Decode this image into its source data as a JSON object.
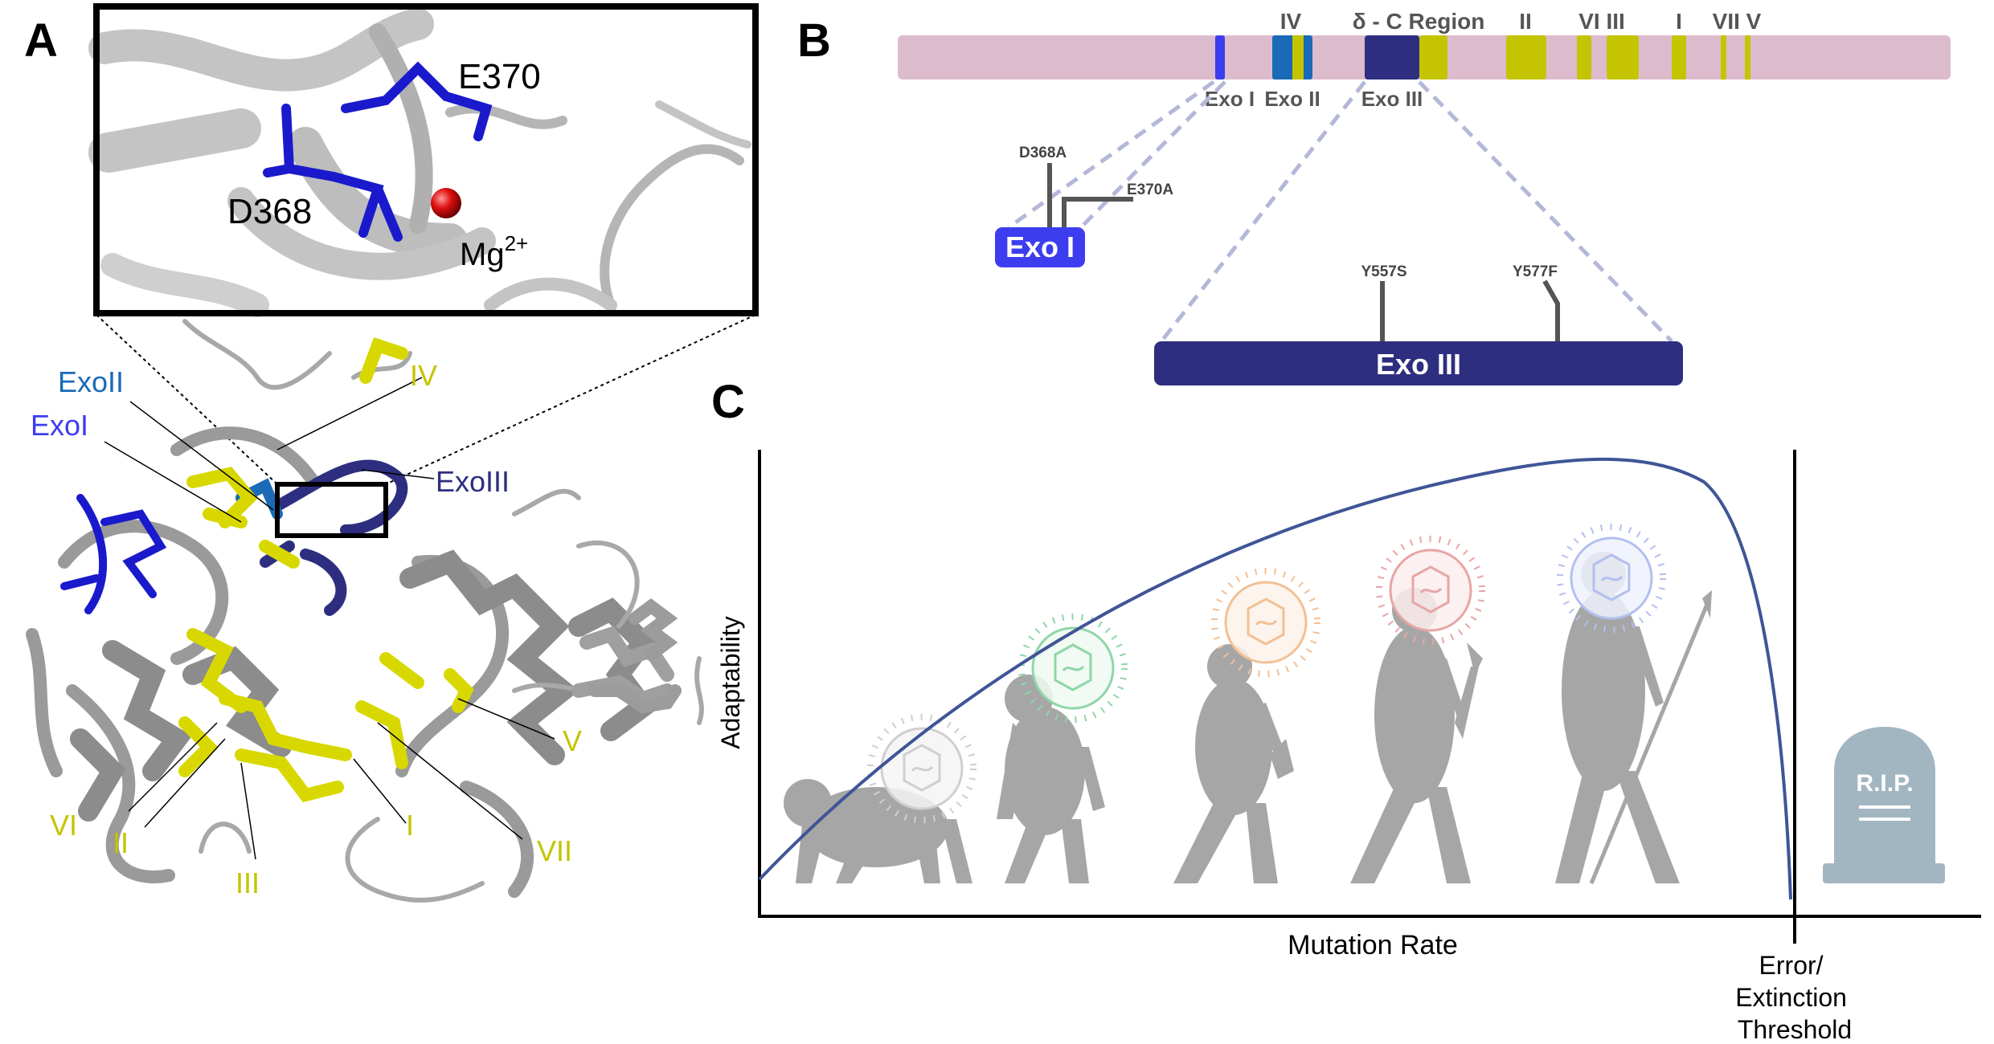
{
  "panels": {
    "a": {
      "letter": "A"
    },
    "b": {
      "letter": "B"
    },
    "c": {
      "letter": "C"
    }
  },
  "panel_a": {
    "inset_labels": {
      "e370": "E370",
      "d368": "D368",
      "mg": "Mg",
      "mg_sup": "2+"
    },
    "structure_labels": {
      "exo2": "ExoII",
      "exo1": "ExoI",
      "exo3": "ExoIII",
      "iv": "IV",
      "v": "V",
      "vi": "VI",
      "ii": "II",
      "iii": "III",
      "i": "I",
      "vii": "VII"
    }
  },
  "panel_b": {
    "top_labels": {
      "iv": "IV",
      "delta_c": "δ - C Region",
      "ii": "II",
      "vi_iii": "VI III",
      "i": "I",
      "vii_v": "VII V"
    },
    "bottom_labels": {
      "exo1": "Exo I",
      "exo2": "Exo II",
      "exo3": "Exo III"
    },
    "exo1_box": "Exo I",
    "exo1_mutations": {
      "d368a": "D368A",
      "e370a": "E370A"
    },
    "exo3_box": "Exo III",
    "exo3_mutations": {
      "y557s": "Y557S",
      "y577f": "Y577F"
    }
  },
  "panel_c": {
    "ylabel": "Adaptability",
    "xlabel": "Mutation Rate",
    "threshold": [
      "Error/",
      "Extinction",
      "Threshold"
    ],
    "tombstone": "R.I.P."
  },
  "colors": {
    "exo1_blue": "#3d3df0",
    "exo2_blue": "#1a6ab8",
    "exo3_navy": "#2e2e80",
    "motif_yellow": "#c4c400",
    "bar_pink": "#dcbccc",
    "curve": "#3f5597",
    "silhouette": "#a6a6a6"
  }
}
